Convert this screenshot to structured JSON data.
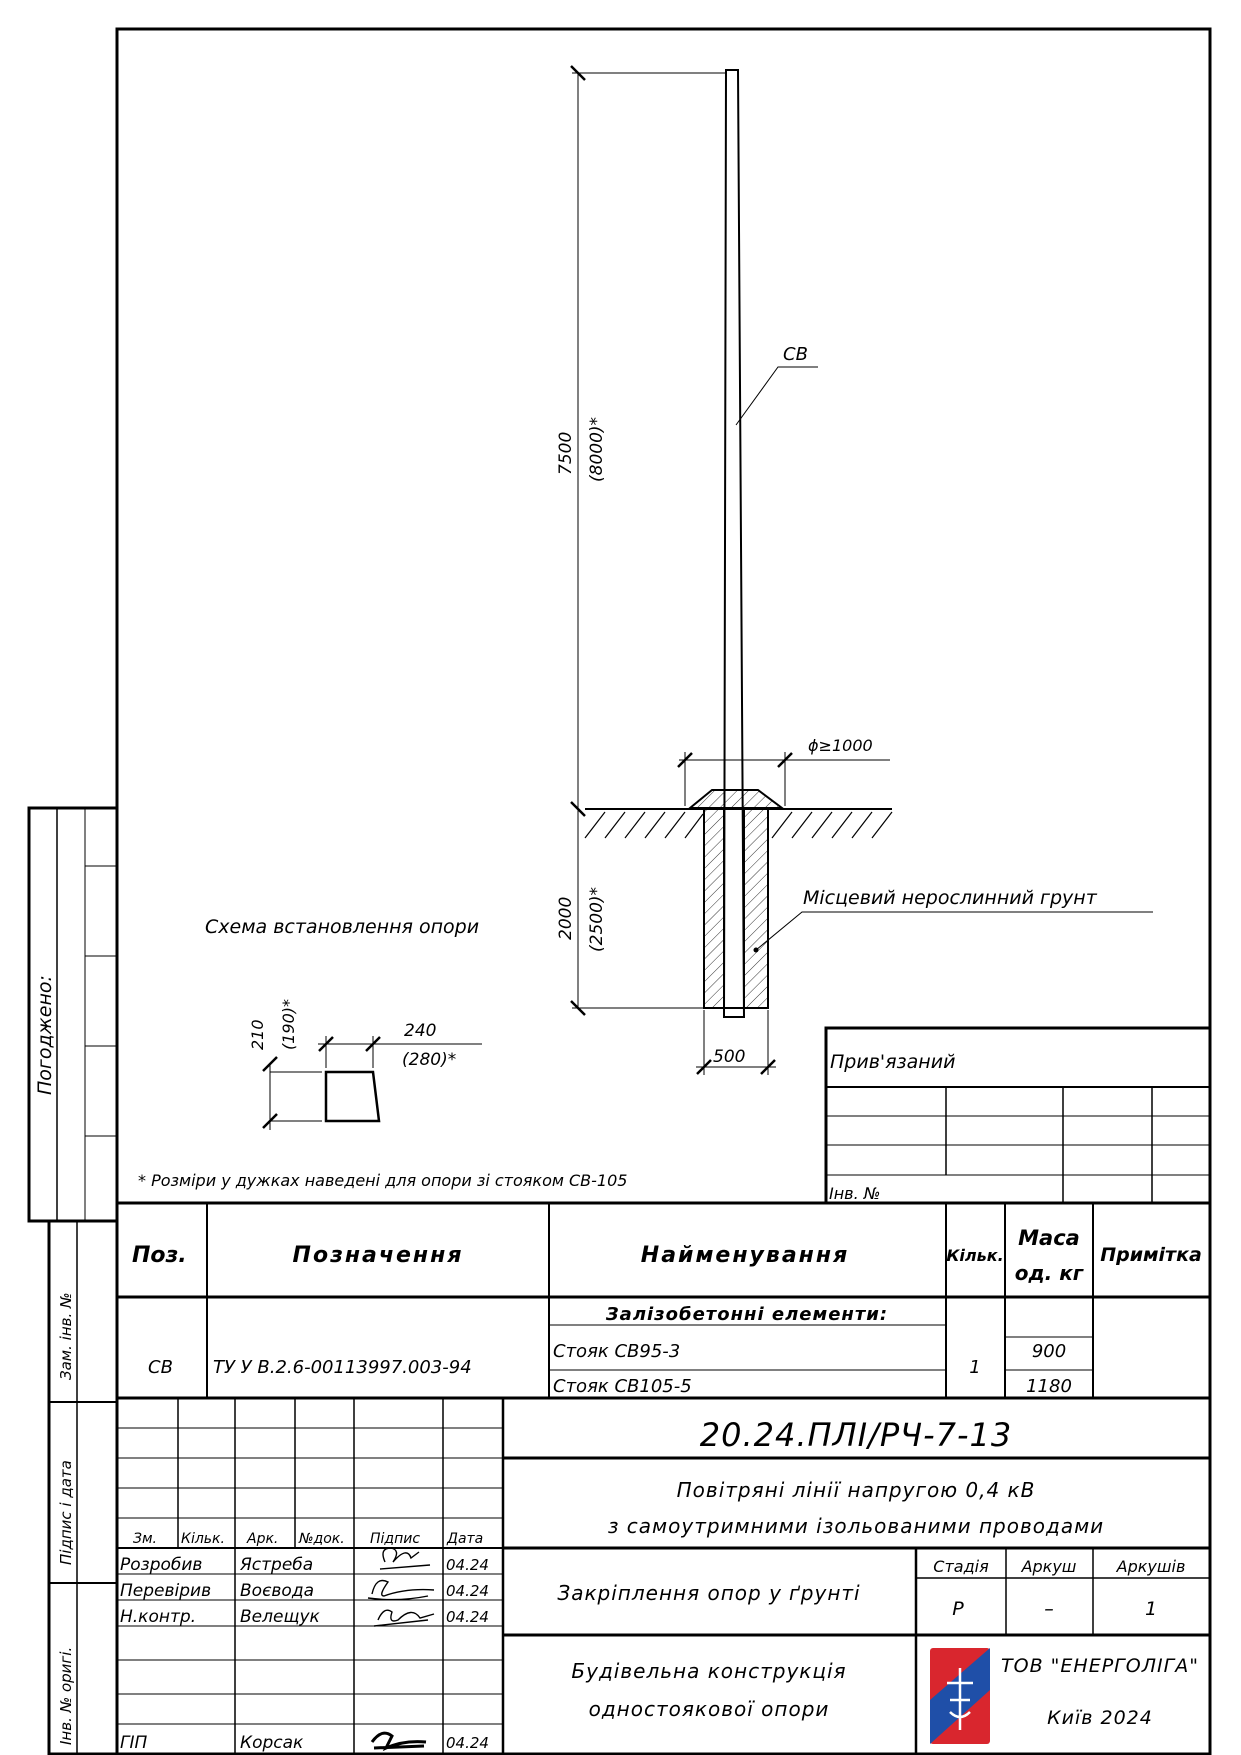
{
  "side_panel": {
    "approved_label": "Погоджено:",
    "replaced_inv_label": "Зам. інв. №",
    "sign_date_label": "Підпис і дата",
    "orig_inv_label": "Інв. № оригі."
  },
  "drawing": {
    "scheme_title": "Схема встановлення опори",
    "pole_label": "СВ",
    "dim_height": "7500",
    "dim_height_alt": "(8000)*",
    "dim_depth": "2000",
    "dim_depth_alt": "(2500)*",
    "dim_diameter": "ϕ≥1000",
    "dim_pit_width": "500",
    "soil_label": "Місцевий нерослинний грунт",
    "section_height": "210",
    "section_height_alt": "(190)*",
    "section_width": "240",
    "section_width_alt": "(280)*",
    "note": "* Розміри у дужках наведені для опори зі стояком СВ-105"
  },
  "bound_block": {
    "title": "Прив'язаний",
    "inv_label": "Інв. №"
  },
  "spec_table": {
    "headers": {
      "pos": "Поз.",
      "designation": "Позначення",
      "name": "Найменування",
      "qty": "Кільк.",
      "mass_line1": "Маса",
      "mass_line2": "од. кг",
      "note": "Примітка"
    },
    "section_title": "Залізобетонні елементи:",
    "row": {
      "pos": "СВ",
      "designation": "ТУ У В.2.6-00113997.003-94",
      "qty": "1",
      "items": [
        {
          "name": "Стояк СВ95-3",
          "mass": "900"
        },
        {
          "name": "Стояк СВ105-5",
          "mass": "1180"
        }
      ]
    }
  },
  "title_block": {
    "doc_code": "20.24.ПЛІ/РЧ-7-13",
    "project_line1": "Повітряні лінії напругою 0,4 кВ",
    "project_line2": "з самоутримними ізольованими проводами",
    "headers": {
      "zm": "Зм.",
      "qty": "Кільк.",
      "sheet": "Арк.",
      "doc_no": "№док.",
      "signature": "Підпис",
      "date": "Дата"
    },
    "people": [
      {
        "role": "Розробив",
        "name": "Ястреба",
        "date": "04.24"
      },
      {
        "role": "Перевірив",
        "name": "Воєвода",
        "date": "04.24"
      },
      {
        "role": "Н.контр.",
        "name": "Велещук",
        "date": "04.24"
      },
      {
        "role": "ГІП",
        "name": "Корсак",
        "date": "04.24"
      }
    ],
    "sheet_title": "Закріплення опор у ґрунті",
    "stage_label": "Стадія",
    "sheet_label": "Аркуш",
    "sheets_label": "Аркушів",
    "stage_value": "Р",
    "sheet_value": "–",
    "sheets_value": "1",
    "drawing_name_line1": "Будівельна конструкція",
    "drawing_name_line2": "одностоякової опори",
    "company": "ТОВ \"ЕНЕРГОЛІГА\"",
    "city_year": "Київ 2024",
    "logo_colors": {
      "red": "#d9262e",
      "blue": "#1f4fa8"
    }
  }
}
